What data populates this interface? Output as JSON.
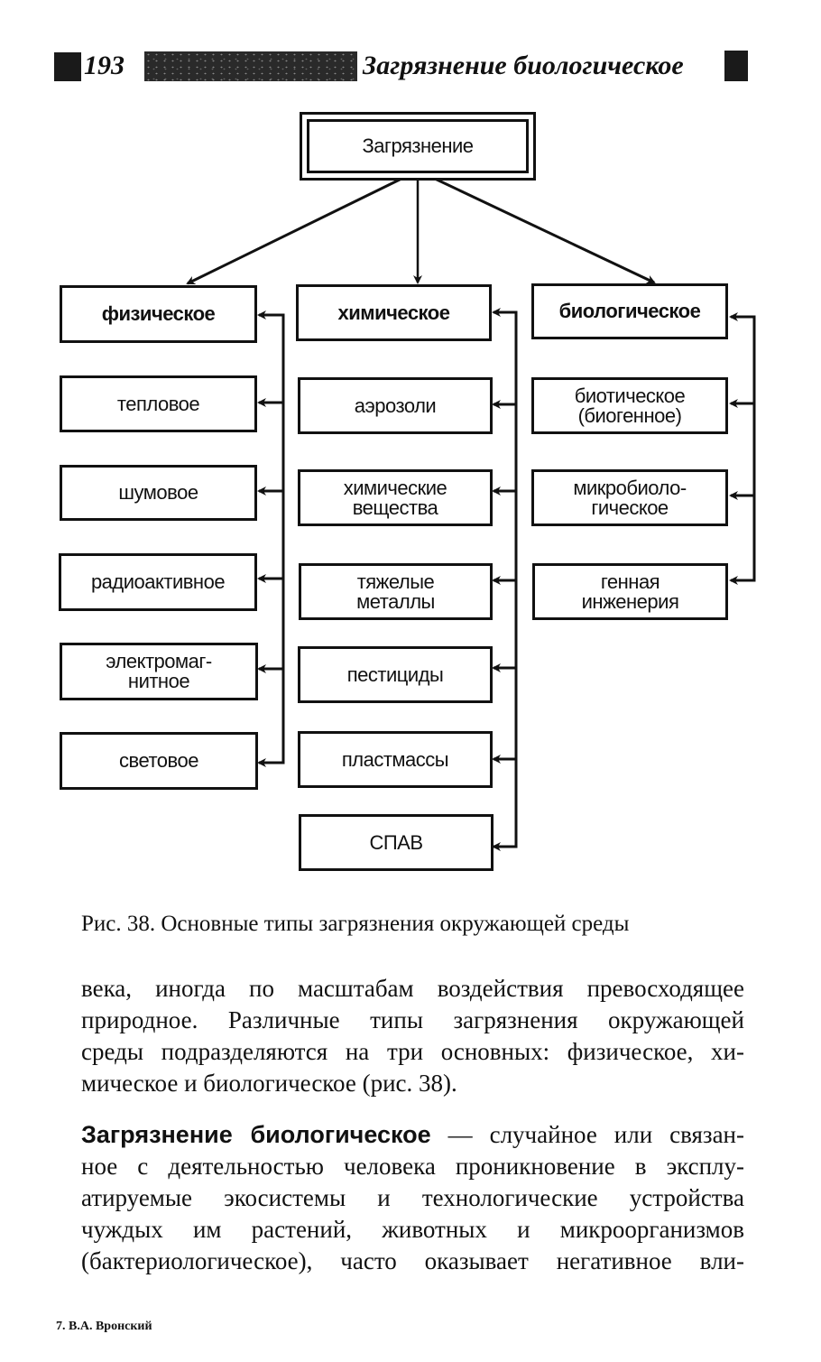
{
  "header": {
    "page_number": "193",
    "running_title": "Загрязнение биологическое"
  },
  "diagram": {
    "root": "Загрязнение",
    "columns": [
      {
        "category": "физическое",
        "items": [
          "тепловое",
          "шумовое",
          "радиоактивное",
          "электромаг-\nнитное",
          "световое"
        ]
      },
      {
        "category": "химическое",
        "items": [
          "аэрозоли",
          "химические\nвещества",
          "тяжелые\nметаллы",
          "пестициды",
          "пластмассы",
          "СПАВ"
        ]
      },
      {
        "category": "биологическое",
        "items": [
          "биотическое\n(биогенное)",
          "микробиоло-\nгическое",
          "генная\nинженерия"
        ]
      }
    ]
  },
  "caption": "Рис. 38. Основные типы загрязнения окружающей среды",
  "paragraph1": {
    "lines": [
      "века, иногда по масштабам воздействия превосходящее",
      "природное. Различные типы загрязнения окружающей",
      "среды подразделяются на три основных: физическое, хи-",
      "мическое и биологическое (рис. 38)."
    ]
  },
  "paragraph2": {
    "term": "Загрязнение биологическое",
    "first_line_rest": " — случайное или связан-",
    "lines": [
      "ное с деятельностью человека проникновение в эксплу-",
      "атируемые экосистемы и технологические устройства",
      "чуждых им растений, животных и микроорганизмов",
      "(бактериологическое), часто оказывает негативное вли-"
    ]
  },
  "footer": "7. В.А. Вронский"
}
